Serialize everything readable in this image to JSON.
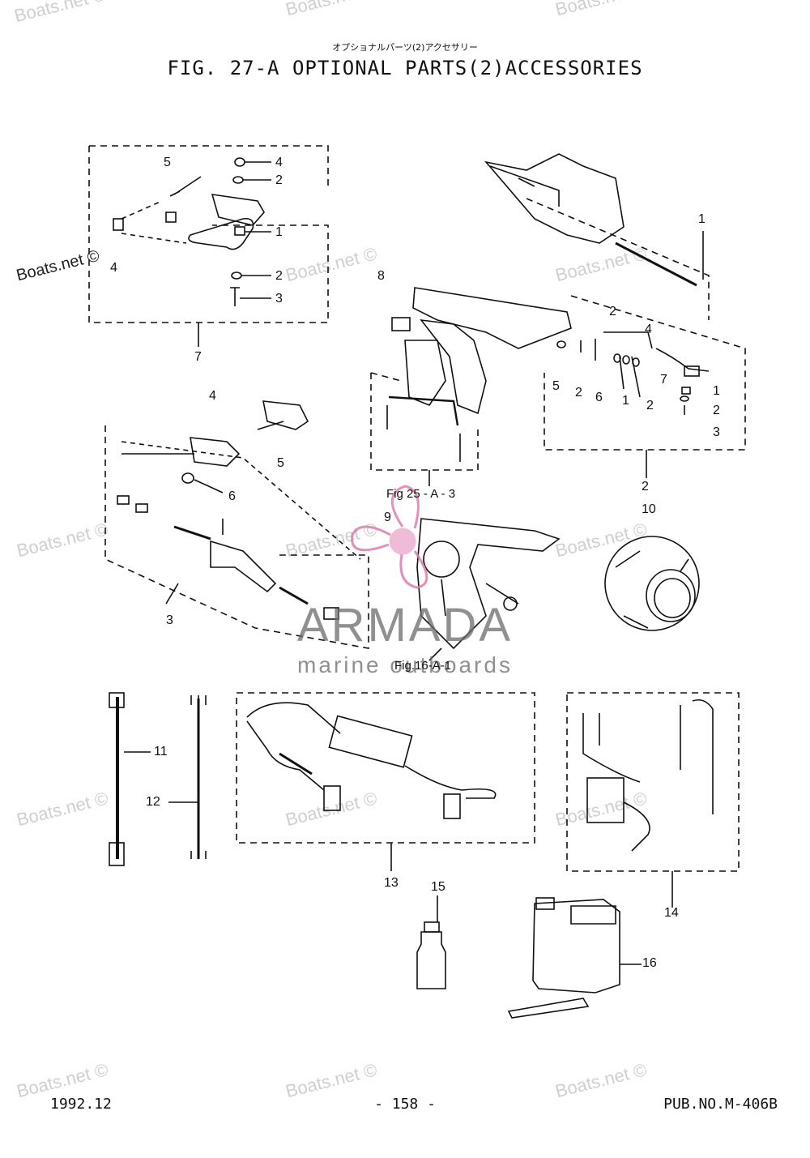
{
  "header": {
    "title_jp": "オプショナルパーツ(2)アクセサリー",
    "title": "FIG. 27-A OPTIONAL PARTS(2)ACCESSORIES"
  },
  "footer": {
    "date": "1992.12",
    "page": "- 158 -",
    "pub": "PUB.NO.M-406B"
  },
  "watermark": {
    "text": "Boats.net ©",
    "brand": "ARMADA",
    "brand_sub": "marine outboards",
    "brand_color": "#e07bb0"
  },
  "references": {
    "fig25": "Fig 25 - A - 3",
    "fig16": "Fig.16-A-1"
  },
  "callouts": {
    "g7": [
      "5",
      "4",
      "2",
      "1",
      "4",
      "2",
      "3",
      "7"
    ],
    "g2": [
      "1",
      "2",
      "4",
      "5",
      "2",
      "6",
      "7",
      "1",
      "2",
      "1",
      "2",
      "3",
      "2"
    ],
    "g3": [
      "4",
      "5",
      "6",
      "3"
    ],
    "g8": "8",
    "g9": "9",
    "g10": "10",
    "g11": "11",
    "g12": "12",
    "g13": "13",
    "g14": "14",
    "g15": "15",
    "g16": "16"
  }
}
